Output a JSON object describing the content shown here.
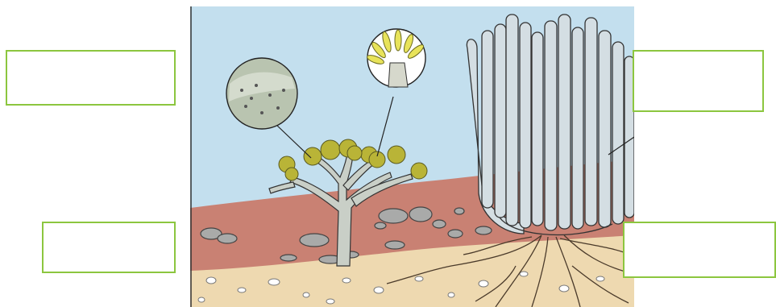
{
  "diagram": {
    "labels": [
      {
        "id": "box-tl",
        "text": ""
      },
      {
        "id": "box-bl",
        "text": ""
      },
      {
        "id": "box-tr",
        "text": ""
      },
      {
        "id": "box-br",
        "text": ""
      }
    ]
  },
  "colors": {
    "sky": "#c3dfee",
    "red_soil": "#c98173",
    "sand": "#eed9b0",
    "cactus": "#d4dee3",
    "box_border": "#8cc63f",
    "tree_leaf": "#b9b437"
  }
}
